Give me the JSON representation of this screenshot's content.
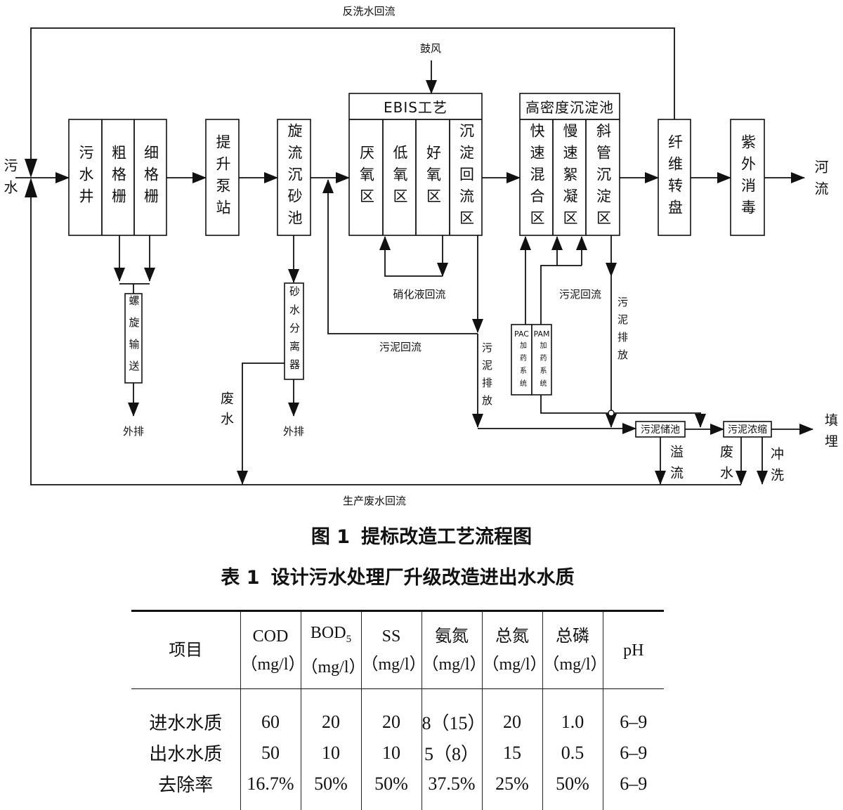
{
  "figure": {
    "top_loop_label": "反洗水回流",
    "bottom_loop_label": "生产废水回流",
    "inlet_label": "污水",
    "outlet_label": "河流",
    "blower_label": "鼓风",
    "units": {
      "sewage_well": "污水井",
      "coarse_screen": "粗格栅",
      "fine_screen": "细格栅",
      "lift_pump": "提升泵站",
      "grit_chamber": "旋流沉砂池",
      "ebis_title": "EBIS工艺",
      "anaerobic": "厌氧区",
      "low_oxygen": "低氧区",
      "aerobic": "好氧区",
      "settling_return": "沉淀回流区",
      "hdc_title": "高密度沉淀池",
      "rapid_mix": "快速混合区",
      "slow_floc": "慢速絮凝区",
      "inclined_tube": "斜管沉淀区",
      "fiber_disc": "纤维转盘",
      "uv": "紫外消毒",
      "screw_conveyor": "螺旋输送",
      "sand_separator": "砂水分离器",
      "pac_code": "PAC",
      "pac_text": "加药系统",
      "pam_code": "PAM",
      "pam_text": "加药系统",
      "sludge_tank": "污泥储池",
      "sludge_thickening": "污泥浓缩"
    },
    "flow_labels": {
      "nitrified_return": "硝化液回流",
      "ebis_sludge_return": "污泥回流",
      "hdc_sludge_return": "污泥回流",
      "ebis_sludge_discharge": "污泥排放",
      "hdc_sludge_discharge": "污泥排放",
      "screen_out": "外排",
      "grit_out": "外排",
      "grit_wastewater": "废水",
      "overflow": "溢流",
      "thickening_wastewater": "废水",
      "flush": "冲洗",
      "landfill": "填埋"
    }
  },
  "figure_caption": {
    "label": "图 1",
    "text": "提标改造工艺流程图"
  },
  "table_caption": {
    "label": "表 1",
    "text": "设计污水处理厂升级改造进出水水质"
  },
  "table": {
    "headers": [
      {
        "name": "项目"
      },
      {
        "name": "COD",
        "unit": "（mg/l）"
      },
      {
        "name": "BOD",
        "sub": "5",
        "unit": "（mg/l）"
      },
      {
        "name": "SS",
        "unit": "（mg/l）"
      },
      {
        "name": "氨氮",
        "unit": "（mg/l）"
      },
      {
        "name": "总氮",
        "unit": "（mg/l）"
      },
      {
        "name": "总磷",
        "unit": "（mg/l）"
      },
      {
        "name": "pH"
      }
    ],
    "rows": [
      [
        "进水水质",
        "60",
        "20",
        "20",
        "8（15）",
        "20",
        "1.0",
        "6–9"
      ],
      [
        "出水水质",
        "50",
        "10",
        "10",
        "5（8）",
        "15",
        "0.5",
        "6–9"
      ],
      [
        "去除率",
        "16.7%",
        "50%",
        "50%",
        "37.5%",
        "25%",
        "50%",
        "6–9"
      ]
    ]
  }
}
